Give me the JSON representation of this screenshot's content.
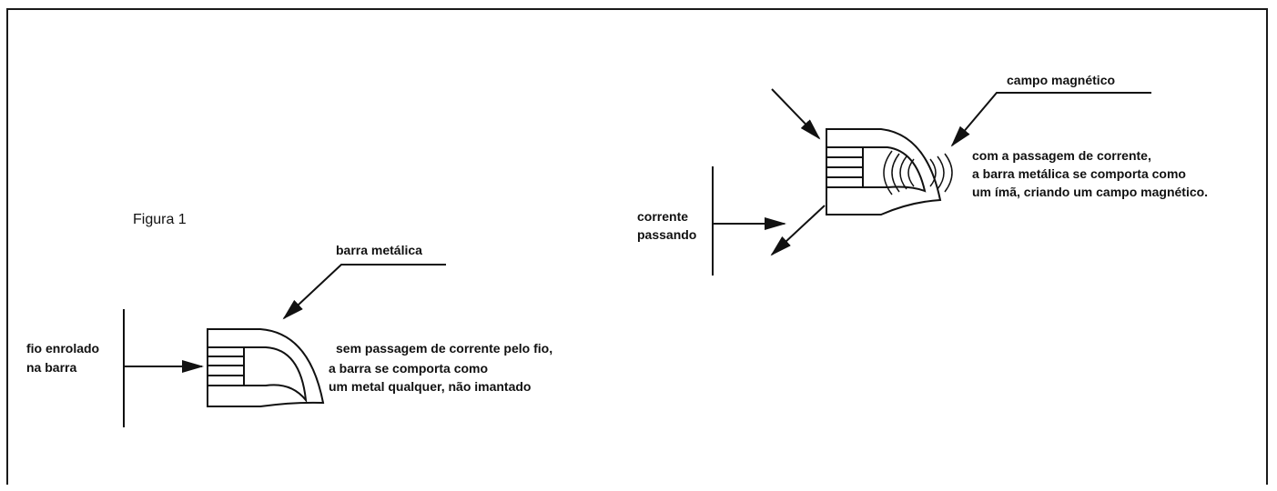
{
  "figure_label": "Figura 1",
  "left_panel": {
    "bar_label": "barra metálica",
    "wire_label_line1": "fio enrolado",
    "wire_label_line2": "na barra",
    "description_line1": "sem passagem de corrente pelo fio,",
    "description_line2": "a barra se comporta como",
    "description_line3": "um metal qualquer, não imantado"
  },
  "right_panel": {
    "field_label": "campo magnético",
    "current_label_line1": "corrente",
    "current_label_line2": "passando",
    "description_line1": "com a passagem de corrente,",
    "description_line2": "a barra metálica se comporta como",
    "description_line3": "um ímã, criando um campo magnético."
  }
}
